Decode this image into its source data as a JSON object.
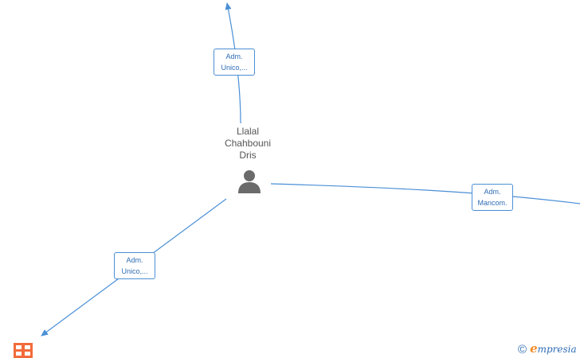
{
  "person": {
    "name_lines": [
      "Llalal",
      "Chahbouni",
      "Dris"
    ]
  },
  "edges": [
    {
      "label_lines": [
        "Adm.",
        "Unico,..."
      ]
    },
    {
      "label_lines": [
        "Adm.",
        "Mancom."
      ]
    },
    {
      "label_lines": [
        "Adm.",
        "Unico,..."
      ]
    }
  ],
  "brand": {
    "copyright": "©",
    "initial": "e",
    "rest": "mpresia"
  },
  "colors": {
    "edge": "#4a8fd6",
    "person_icon": "#6b6b6b",
    "company_icon": "#f26b3a",
    "brand_accent": "#f28c28"
  },
  "icons": {
    "person": "person-icon",
    "company": "building-icon"
  }
}
